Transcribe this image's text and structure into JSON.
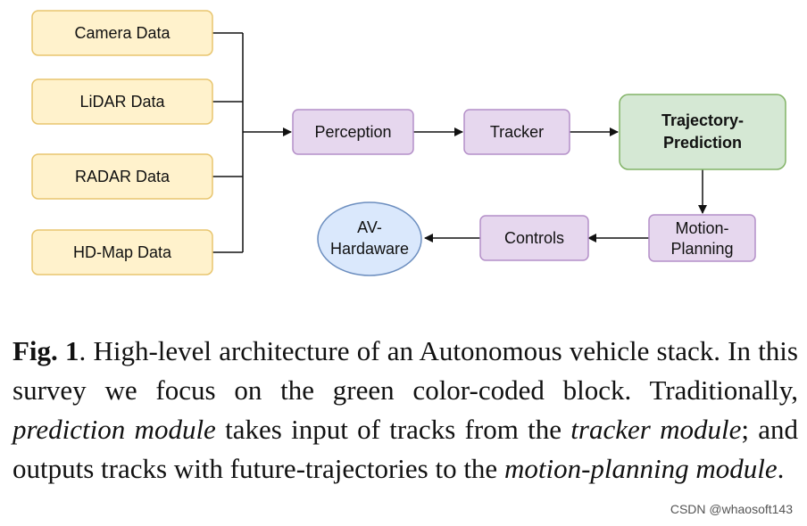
{
  "inputs": {
    "camera": "Camera Data",
    "lidar": "LiDAR Data",
    "radar": "RADAR Data",
    "hdmap": "HD-Map Data"
  },
  "modules": {
    "perception": "Perception",
    "tracker": "Tracker",
    "trajectory_line1": "Trajectory-",
    "trajectory_line2": "Prediction",
    "motion_line1": "Motion-",
    "motion_line2": "Planning",
    "controls": "Controls",
    "av_line1": "AV-",
    "av_line2": "Hardaware"
  },
  "colors": {
    "input_fill": "#fff2cc",
    "input_stroke": "#e8c56e",
    "module_fill": "#e6d7ee",
    "module_stroke": "#b48fc8",
    "highlight_fill": "#d5e8d4",
    "highlight_stroke": "#82b366",
    "output_fill": "#dae8fc",
    "output_stroke": "#6c8ebf"
  },
  "caption": {
    "label": "Fig. 1",
    "part1": ".  High-level architecture of an Autonomous vehicle stack. In this survey we focus on the green color-coded block. Traditionally, ",
    "em1": "prediction module",
    "part2": " takes input of tracks from the ",
    "em2": "tracker module",
    "part3": "; and outputs tracks with future-trajectories to the ",
    "em3": "motion-planning module",
    "part4": "."
  },
  "watermark": "CSDN @whaosoft143"
}
